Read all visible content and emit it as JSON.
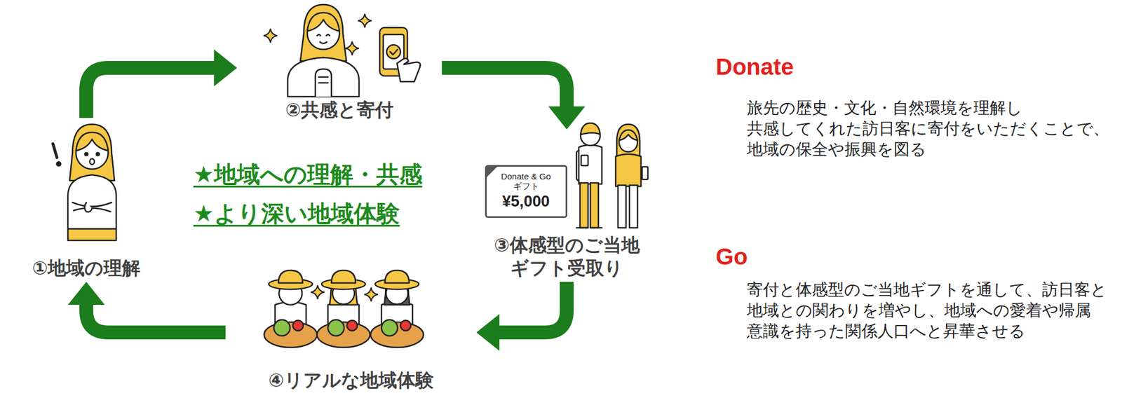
{
  "diagram": {
    "nodes": [
      {
        "text": [
          "①地域の理解"
        ]
      },
      {
        "text": [
          "②共感と寄付"
        ]
      },
      {
        "text": [
          "③体感型のご当地 ギフト受取り"
        ]
      },
      {
        "text": [
          "Donate & Go ギフト",
          "¥5,000"
        ],
        "in": 2
      },
      {
        "text": [
          "④リアルな地域体験"
        ]
      }
    ],
    "edges": [
      {
        "from": 0,
        "to": 1,
        "arrow": "to"
      },
      {
        "from": 1,
        "to": 2,
        "arrow": "to"
      },
      {
        "from": 2,
        "to": 4,
        "arrow": "to"
      },
      {
        "from": 4,
        "to": 0,
        "arrow": "to"
      }
    ],
    "labels": [
      "★地域への理解・共感",
      "★より深い地域体験",
      "Donate",
      "旅先の歴史・文化・自然環境を理解し 共感してくれた訪日客に寄付をいただくことで、 地域の保全や振興を図る",
      "Go",
      "寄付と体感型のご当地ギフトを通して、訪日客と 地域との関わりを増やし、地域への愛着や帰属 意識を持った関係人口へと昇華させる"
    ]
  }
}
